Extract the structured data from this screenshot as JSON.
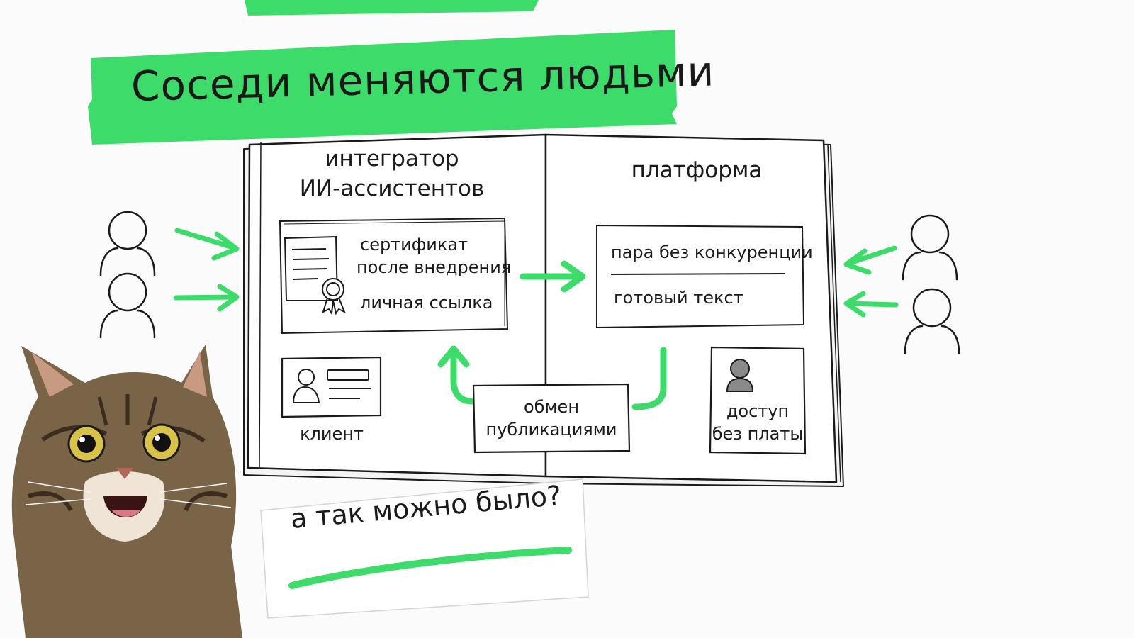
{
  "title": "Соседи меняются людьми",
  "left_page": {
    "heading_line1": "интегратор",
    "heading_line2": "ИИ-ассистентов",
    "card_line1": "сертификат",
    "card_line2": "после внедрения",
    "card_line3": "личная ссылка",
    "client_label": "клиент"
  },
  "right_page": {
    "heading": "платформа",
    "card_line1": "пара без конкуренции",
    "card_line2": "готовый текст",
    "access_line1": "доступ",
    "access_line2": "без платы"
  },
  "exchange": {
    "line1": "обмен",
    "line2": "публикациями"
  },
  "question": "а так можно было?",
  "colors": {
    "accent": "#3ddc6a",
    "ink": "#1a1a1a",
    "paper": "#ffffff",
    "background": "#fbfbfb"
  }
}
